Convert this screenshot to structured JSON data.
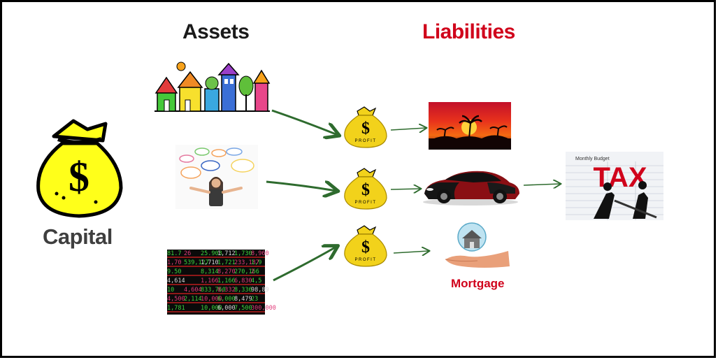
{
  "headings": {
    "assets": "Assets",
    "liabilities": "Liabilities"
  },
  "capital": {
    "label": "Capital",
    "symbol": "$",
    "bag_color": "#ffff1a"
  },
  "profit_bag": {
    "symbol": "$",
    "word": "PROFIT",
    "color": "#f2d21b"
  },
  "tax": {
    "word": "TAX",
    "sheet_heading": "Monthly Budget",
    "color": "#d0021b"
  },
  "stock_numbers": [
    [
      "81.7",
      "26",
      "25.903",
      "1,712",
      "1,730",
      "8,960"
    ],
    [
      "1,70",
      "539,127",
      "1,710",
      "1,721",
      "233,187",
      "1,9"
    ],
    [
      "9.50",
      "",
      "8,314",
      "8,270",
      "270,166",
      "2"
    ],
    [
      "4,614",
      "",
      "1,166",
      "1,166",
      "6,830",
      "4,5"
    ],
    [
      "10",
      "4,604",
      "833,760",
      "8,332",
      "8,336",
      "98,89"
    ],
    [
      "4,500",
      "2,114",
      "10,000",
      "6,000",
      "8,479",
      "23"
    ],
    [
      "1,781",
      "",
      "10,000",
      "6,000",
      "7,500",
      "300,000"
    ]
  ],
  "mortgage": {
    "label": "Mortgage"
  },
  "colors": {
    "arrow": "#2e6b2e",
    "liabilities_heading": "#d0021b",
    "capital_text": "#3f3f3f"
  }
}
